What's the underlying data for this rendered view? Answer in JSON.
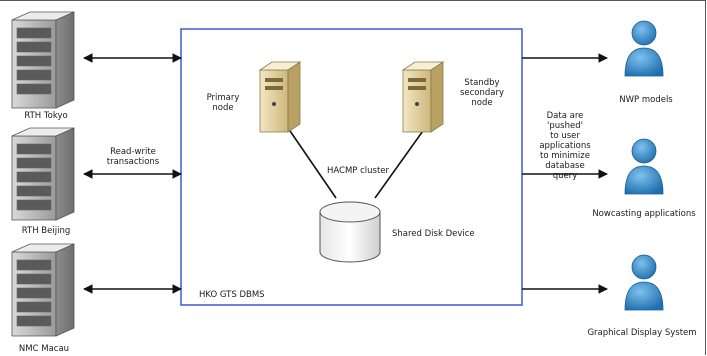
{
  "left_sites": [
    {
      "label": "RTH Tokyo"
    },
    {
      "label": "RTH Beijing"
    },
    {
      "label": "NMC Macau"
    }
  ],
  "link_label": [
    "Read-write",
    "transactions"
  ],
  "dbms": {
    "label": "HKO GTS DBMS",
    "primary_node": [
      "Primary",
      "node"
    ],
    "standby_node": [
      "Standby",
      "secondary",
      "node"
    ],
    "cluster_label": "HACMP cluster",
    "disk_label": "Shared Disk Device"
  },
  "push_note": [
    "Data are",
    "'pushed'",
    "to user",
    "applications",
    "to minimize",
    "database",
    "query"
  ],
  "consumers": [
    {
      "label": "NWP models"
    },
    {
      "label": "Nowcasting applications"
    },
    {
      "label": "Graphical Display System"
    }
  ],
  "colors": {
    "box_border": "#3b5bd6",
    "person": "#2e86c8",
    "server_tan": "#e8d7a6"
  }
}
